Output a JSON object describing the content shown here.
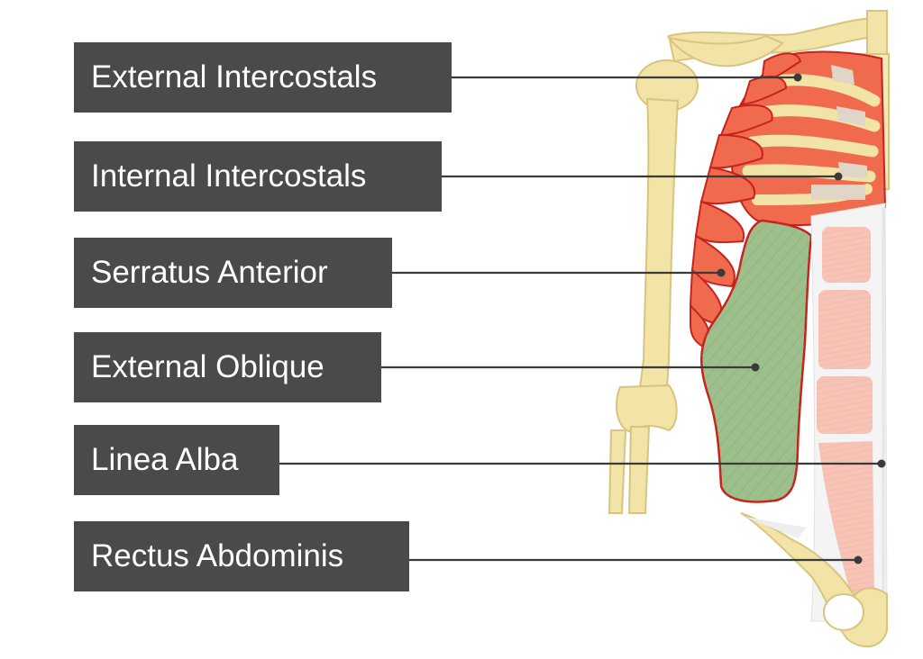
{
  "labels": [
    {
      "name": "external-intercostals",
      "text": "External Intercostals"
    },
    {
      "name": "internal-intercostals",
      "text": "Internal Intercostals"
    },
    {
      "name": "serratus-anterior",
      "text": "Serratus Anterior"
    },
    {
      "name": "external-oblique",
      "text": "External Oblique"
    },
    {
      "name": "linea-alba",
      "text": "Linea Alba"
    },
    {
      "name": "rectus-abdominis",
      "text": "Rectus Abdominis"
    }
  ],
  "colors": {
    "label_background": "#4a4a4a",
    "label_text": "#ffffff",
    "leader_line": "#3a3a3a",
    "bone": "#f2e3a6",
    "bone_outline": "#d9c47f",
    "intercostal_muscle": "#f06a4e",
    "muscle_outline": "#c8221c",
    "external_oblique": "#9cbf8c",
    "rectus_abdominis": "#f7c3b6",
    "linea_alba": "#f4f4f4"
  }
}
